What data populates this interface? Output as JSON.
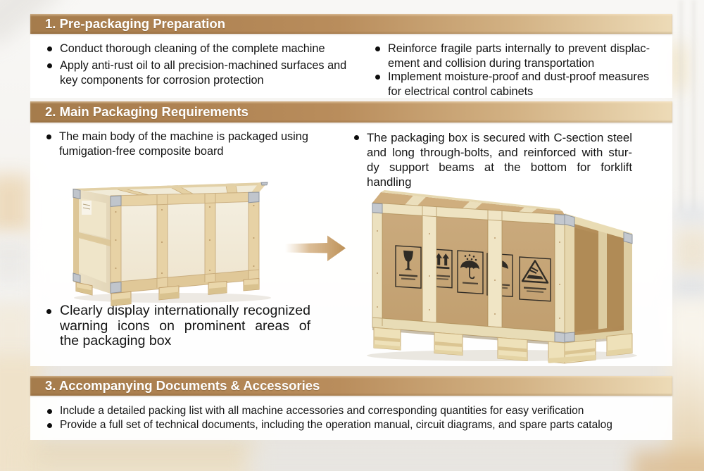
{
  "slide": {
    "background": "blurred bright warehouse interior with stacked beige boxes and shelving",
    "accent_color_dark": "#a57c4c",
    "accent_color_light": "#eddbb7",
    "panel_color": "#ffffff",
    "text_color": "#141414"
  },
  "sections": [
    {
      "title": "1. Pre-packaging Preparation",
      "left": [
        {
          "lines": [
            "Conduct thorough cleaning of the complete machine"
          ]
        },
        {
          "lines": [
            "Apply anti-rust oil to all precision-machined surfaces and",
            "key components for corrosion protection"
          ]
        }
      ],
      "right": [
        {
          "lines": [
            "Reinforce fragile parts internally to prevent displac-",
            "ement and collision during transportation"
          ]
        },
        {
          "lines": [
            "Implement moisture-proof and dust-proof measures",
            "for electrical control cabinets"
          ]
        }
      ]
    },
    {
      "title": "2. Main Packaging Requirements",
      "left": [
        {
          "lines": [
            "The main body of the machine is packaged using",
            "fumigation-free composite board"
          ]
        },
        {
          "lines": [
            "Clearly display internationally recognized",
            "warning icons on prominent areas of",
            "the packaging box"
          ]
        }
      ],
      "right": [
        {
          "lines": [
            "The packaging box is secured with C-section steel",
            "and long through-bolts, and reinforced with stur-",
            "dy support beams at the bottom for forklift",
            "handling"
          ]
        }
      ],
      "figures": {
        "left_crate": "plain plywood shipping crate on wooden pallet",
        "right_crate": "composite-board packaging box with warning icons on wooden pallet",
        "arrow": "tan right arrow",
        "placard_icons": [
          "fragile-icon",
          "this-way-up-icon",
          "keep-dry-icon",
          "do-not-roll-icon",
          "crush-warning-icon"
        ]
      }
    },
    {
      "title": "3. Accompanying Documents & Accessories",
      "bullets": [
        {
          "lines": [
            "Include a detailed packing list with all machine accessories and corresponding quantities for easy verification"
          ]
        },
        {
          "lines": [
            "Provide a full set of technical documents, including the operation manual, circuit diagrams, and spare parts catalog"
          ]
        }
      ]
    }
  ]
}
